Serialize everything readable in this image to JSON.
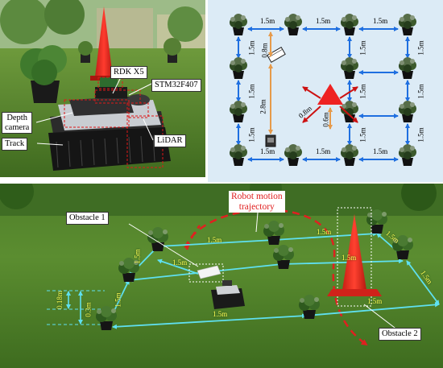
{
  "robot_photo": {
    "labels": {
      "rdk": "RDK X5",
      "stm": "STM32F407",
      "depth_camera_line1": "Depth",
      "depth_camera_line2": "camera",
      "lidar": "LiDAR",
      "track": "Track"
    }
  },
  "layout_diagram": {
    "row_spacing": "1.5m",
    "col_spacing": "1.5m",
    "obstacle_offset": "0.8m",
    "robot_distance": "2.8m",
    "lidar_range_a": "0.6m",
    "lidar_range_b": "0.8m",
    "colors": {
      "background": "#dcebf6",
      "grid_arrow": "#1f6fe0",
      "measure_arrow": "#e69a4a",
      "cone": "#ee2222",
      "lidar_arrow": "#cc1111"
    }
  },
  "field_photo": {
    "title_line1": "Robot motion",
    "title_line2": "trajectory",
    "obstacle1": "Obstacle 1",
    "obstacle2": "Obstacle 2",
    "spacing": "1.5m",
    "height_a": "0.18m",
    "height_b": "0.3m",
    "colors": {
      "trajectory": "#e02020",
      "dimension_line": "#5fe0f0",
      "dimension_text": "#ffff55"
    }
  }
}
